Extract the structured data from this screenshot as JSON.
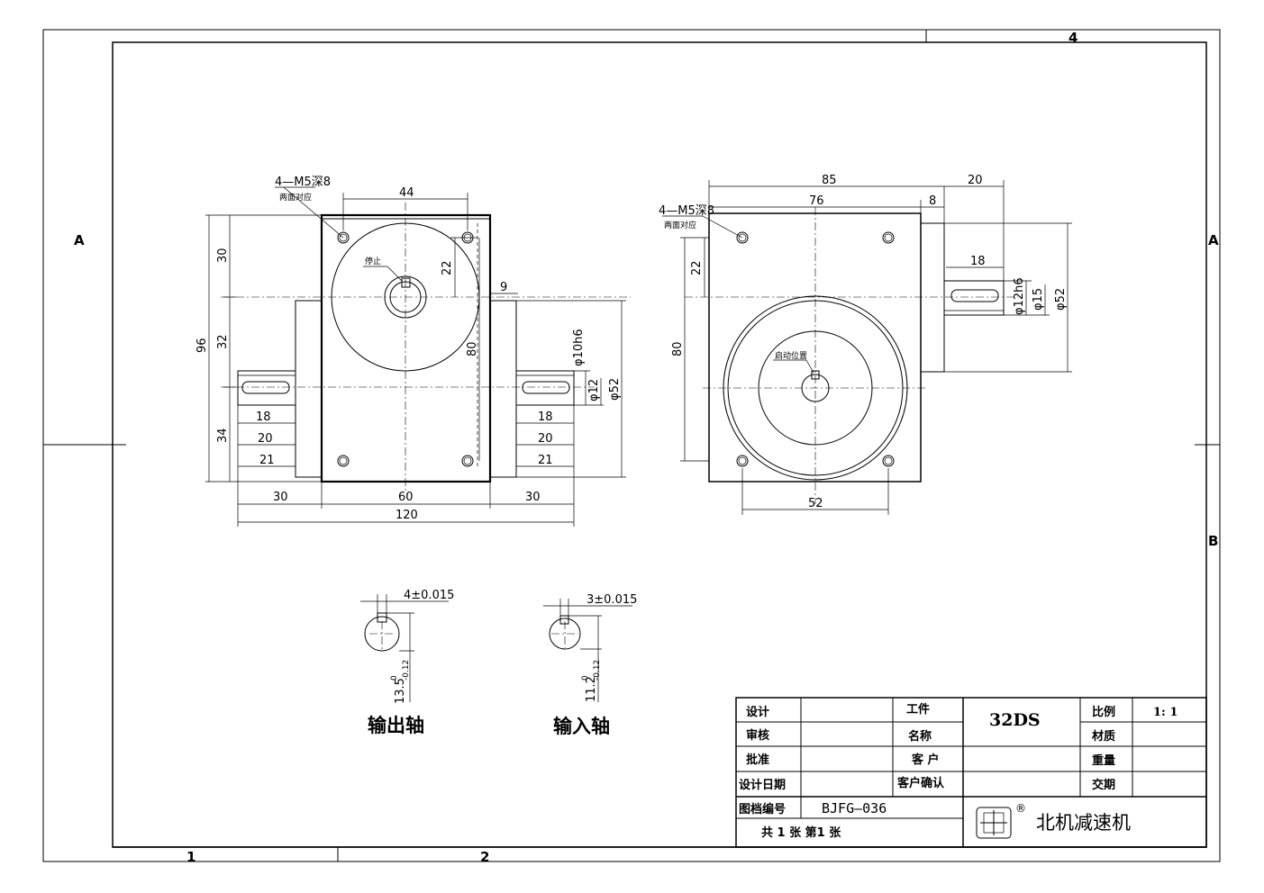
{
  "zones": {
    "top_right": "4",
    "left": "A",
    "right_a": "A",
    "right_b": "B",
    "bottom_1": "1",
    "bottom_2": "2"
  },
  "front_view": {
    "hole_note": "4—M5深8",
    "hole_note_sub": "两面对应",
    "stop_label": "停止",
    "dims": {
      "d44": "44",
      "d30": "30",
      "d32": "32",
      "d34": "34",
      "d96": "96",
      "d22": "22",
      "d80": "80",
      "d9": "9",
      "d18a": "18",
      "d20a": "20",
      "d21a": "21",
      "d18b": "18",
      "d20b": "20",
      "d21b": "21",
      "dia10": "φ10h6",
      "dia12": "φ12",
      "dia52": "φ52",
      "b30a": "30",
      "b60": "60",
      "b30b": "30",
      "b120": "120"
    }
  },
  "side_view": {
    "hole_note": "4—M5深8",
    "hole_note_sub": "两面对应",
    "start_label": "启动位置",
    "dims": {
      "d85": "85",
      "d76": "76",
      "d20": "20",
      "d8": "8",
      "d22": "22",
      "d80": "80",
      "d18": "18",
      "dia12h6": "φ12h6",
      "dia15": "φ15",
      "dia52": "φ52",
      "d52": "52"
    }
  },
  "sections": {
    "output": {
      "key_tol": "4±0.015",
      "depth": "13.5",
      "depth_tol_top": "0",
      "depth_tol_bot": "-0.12",
      "caption": "输出轴"
    },
    "input": {
      "key_tol": "3±0.015",
      "depth": "11.2",
      "depth_tol_top": "0",
      "depth_tol_bot": "-0.12",
      "caption": "输入轴"
    }
  },
  "title_block": {
    "design": "设计",
    "review": "审核",
    "approve": "批准",
    "design_date": "设计日期",
    "part_label": "工件",
    "name_label": "名称",
    "part_name": "32DS",
    "customer": "客 户",
    "customer_confirm": "客户确认",
    "scale_label": "比例",
    "scale_value": "1: 1",
    "material": "材质",
    "weight": "重量",
    "delivery": "交期",
    "drawing_no_label": "图档编号",
    "drawing_no": "BJFG—036",
    "sheets": "共 1 张 第1 张",
    "logo_mark": "®",
    "company": "北机减速机"
  }
}
